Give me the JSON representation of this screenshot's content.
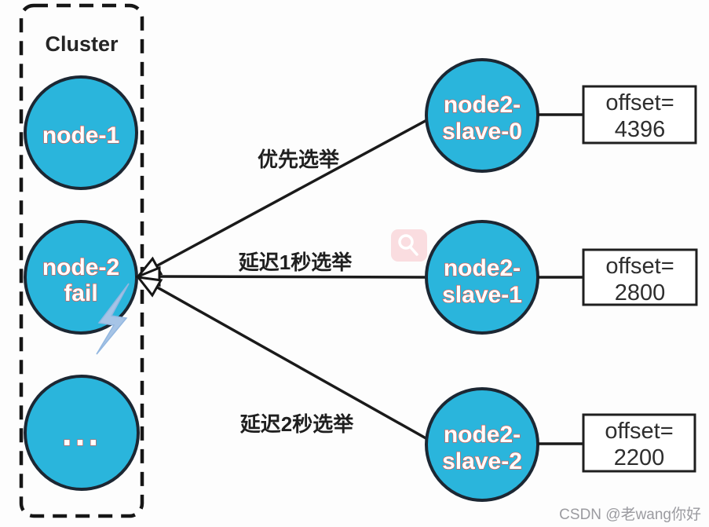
{
  "diagram": {
    "cluster": {
      "title": "Cluster",
      "node1": {
        "label": "node-1"
      },
      "node2": {
        "label": "node-2",
        "status": "fail"
      },
      "more": {
        "label": "..."
      }
    },
    "elections": [
      {
        "label": "优先选举"
      },
      {
        "label": "延迟1秒选举"
      },
      {
        "label": "延迟2秒选举"
      }
    ],
    "slaves": [
      {
        "name_line1": "node2-",
        "name_line2": "slave-0",
        "offset_label": "offset=",
        "offset_value": "4396"
      },
      {
        "name_line1": "node2-",
        "name_line2": "slave-1",
        "offset_label": "offset=",
        "offset_value": "2800"
      },
      {
        "name_line1": "node2-",
        "name_line2": "slave-2",
        "offset_label": "offset=",
        "offset_value": "2200"
      }
    ],
    "watermark": {
      "text": "CSDN @老wang你好",
      "icon": "search-icon"
    },
    "colors": {
      "node_fill": "#2ab5dc",
      "node_stroke": "#1c2733",
      "arrow_line": "#1a1a1a",
      "node_text": "#ffffff",
      "node_text_fringe": "#e0574a",
      "label_text": "#1f1f1f",
      "lightning_fill": "#a6c4e6",
      "watermark_icon_bg": "#fadde0",
      "watermark_text": "#9b9ba0"
    }
  }
}
